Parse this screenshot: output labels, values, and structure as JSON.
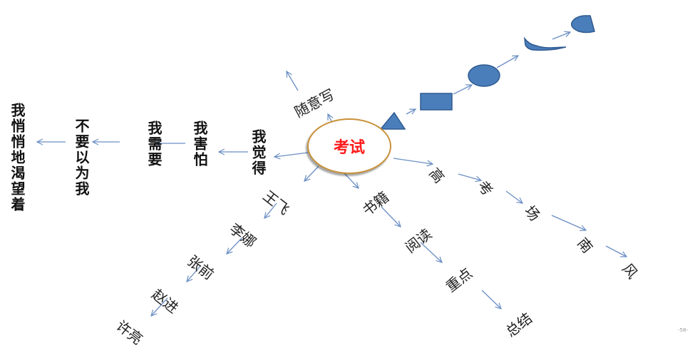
{
  "center": {
    "label": "考试",
    "text_color": "#ff1a1a",
    "border_color": "#c8913a"
  },
  "left_chain": [
    {
      "label": "我觉得"
    },
    {
      "label": "我害怕"
    },
    {
      "label": "我需要"
    },
    {
      "label": "不要以为我"
    },
    {
      "label": "我悄悄地渴望着"
    }
  ],
  "up_branch": {
    "label": "随意写"
  },
  "shape_chain": {
    "color": "#4a7ebb",
    "shapes": [
      "triangle",
      "rectangle",
      "circle",
      "freeform",
      "half-circle"
    ]
  },
  "names_chain": [
    {
      "label": "王飞"
    },
    {
      "label": "李娜"
    },
    {
      "label": "张前"
    },
    {
      "label": "赵进"
    },
    {
      "label": "许亮"
    }
  ],
  "books_chain": [
    {
      "label": "书籍"
    },
    {
      "label": "阅读"
    },
    {
      "label": "重点"
    },
    {
      "label": "总结"
    }
  ],
  "exam_chain": [
    {
      "label": "高"
    },
    {
      "label": "考"
    },
    {
      "label": "场"
    },
    {
      "label": "南"
    },
    {
      "label": "风"
    }
  ],
  "arrow_color": "#6b8fc4",
  "footer": {
    "page_label": "-58-"
  }
}
